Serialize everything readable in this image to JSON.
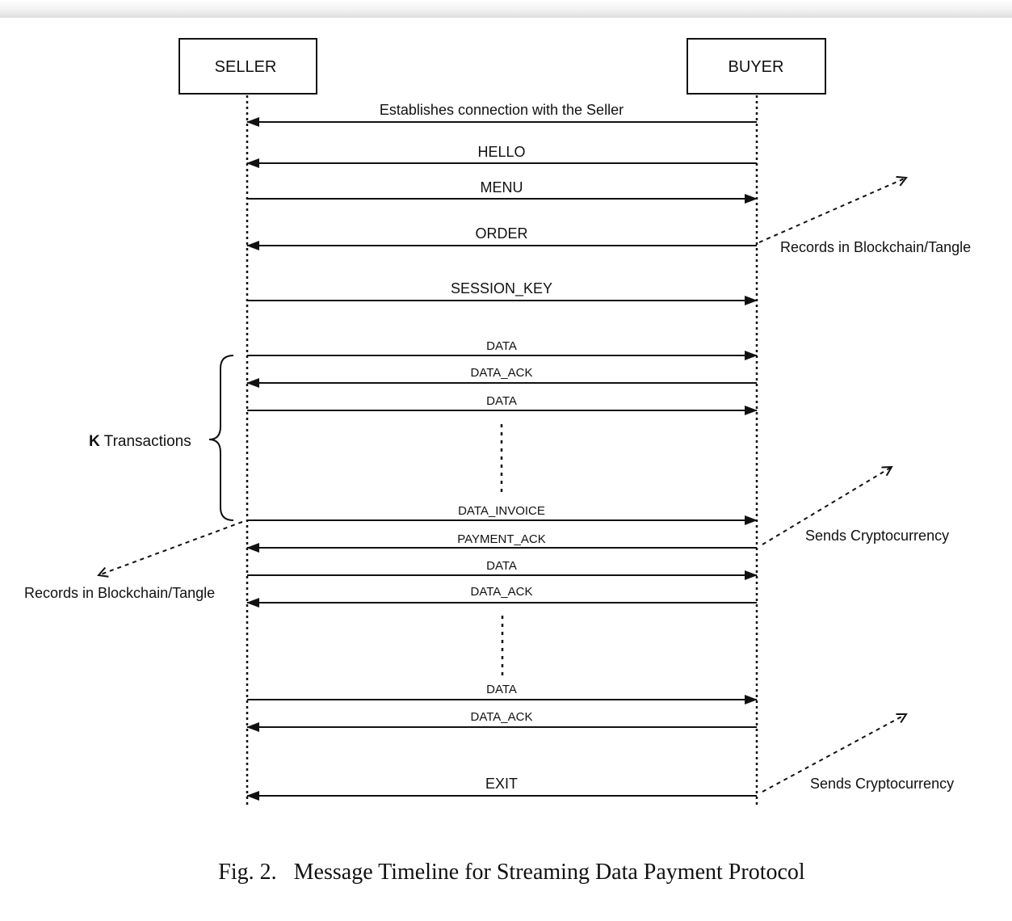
{
  "participants": {
    "seller": "SELLER",
    "buyer": "BUYER"
  },
  "messages": [
    {
      "label": "Establishes connection with the Seller",
      "direction": "to-seller"
    },
    {
      "label": "HELLO",
      "direction": "to-seller"
    },
    {
      "label": "MENU",
      "direction": "to-buyer"
    },
    {
      "label": "ORDER",
      "direction": "to-seller"
    },
    {
      "label": "SESSION_KEY",
      "direction": "to-buyer"
    },
    {
      "label": "DATA",
      "direction": "to-buyer"
    },
    {
      "label": "DATA_ACK",
      "direction": "to-seller"
    },
    {
      "label": "DATA",
      "direction": "to-buyer"
    },
    {
      "label": "DATA_INVOICE",
      "direction": "to-buyer"
    },
    {
      "label": "PAYMENT_ACK",
      "direction": "to-seller"
    },
    {
      "label": "DATA",
      "direction": "to-buyer"
    },
    {
      "label": "DATA_ACK",
      "direction": "to-seller"
    },
    {
      "label": "DATA",
      "direction": "to-buyer"
    },
    {
      "label": "DATA_ACK",
      "direction": "to-seller"
    },
    {
      "label": "EXIT",
      "direction": "to-seller"
    }
  ],
  "brace": {
    "label_bold": "K",
    "label_rest": " Transactions"
  },
  "side_notes": {
    "order_record": "Records in Blockchain/Tangle",
    "invoice_record": "Records in Blockchain/Tangle",
    "payment_send": "Sends Cryptocurrency",
    "exit_send": "Sends Cryptocurrency"
  },
  "caption": {
    "fig": "Fig. 2.",
    "text": "Message Timeline for Streaming Data Payment Protocol"
  }
}
